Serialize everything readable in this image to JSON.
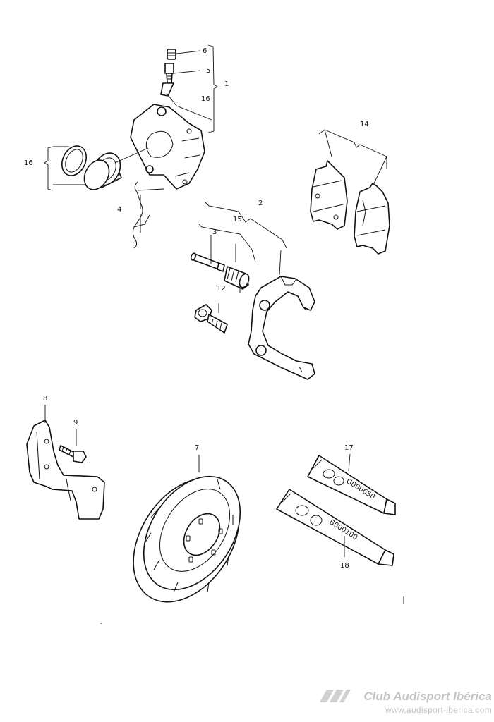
{
  "callouts": {
    "n1": "1",
    "n2": "2",
    "n3": "3",
    "n4": "4",
    "n5": "5",
    "n6": "6",
    "n7": "7",
    "n8": "8",
    "n9": "9",
    "n12": "12",
    "n14": "14",
    "n15": "15",
    "n16a": "16",
    "n16b": "16",
    "n17": "17",
    "n18": "18"
  },
  "tube_labels": {
    "upper": "G000650",
    "lower": "B000100"
  },
  "watermark": {
    "title": "Club Audisport Ibérica",
    "url": "www.audisport-iberica.com"
  },
  "icons": [
    "caliper-icon",
    "brake-pad-icon",
    "brake-disc-icon",
    "grease-tube-icon",
    "bolt-icon"
  ]
}
